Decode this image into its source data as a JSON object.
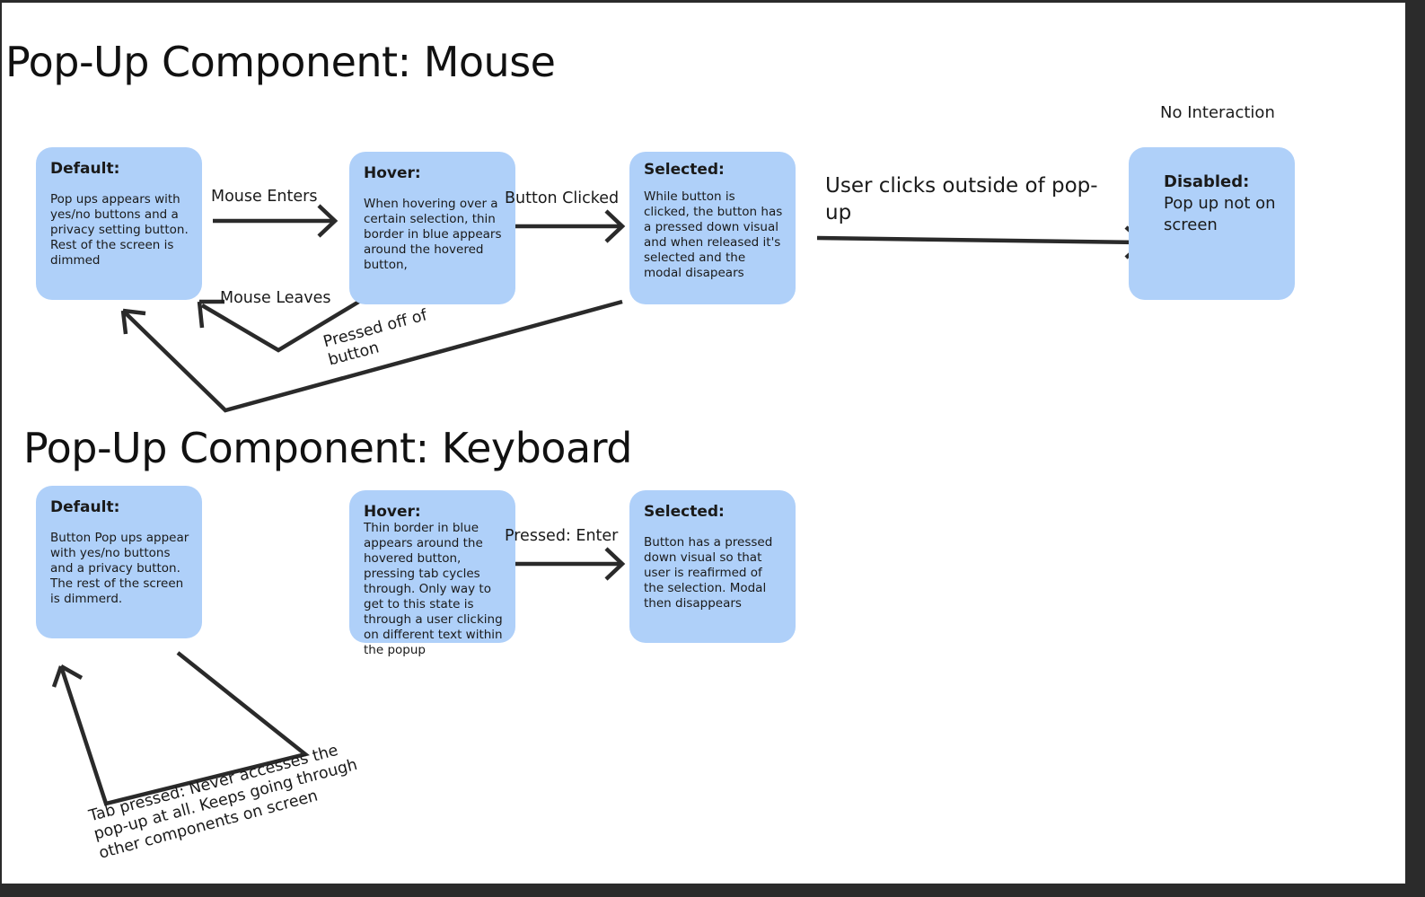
{
  "mouse_section": {
    "title": "Pop-Up Component: Mouse",
    "default": {
      "head": "Default:",
      "body": "Pop ups appears with yes/no buttons and a privacy setting button. Rest of the screen is dimmed"
    },
    "hover": {
      "head": "Hover:",
      "body": "When hovering over a certain selection, thin border in blue appears around the hovered button,"
    },
    "selected": {
      "head": "Selected:",
      "body": "While button is clicked, the button has a pressed down visual and when released it's selected and the modal disapears"
    },
    "disabled": {
      "head": "Disabled:",
      "body": "Pop up not on screen"
    },
    "labels": {
      "mouse_enters": "Mouse Enters",
      "button_clicked": "Button Clicked",
      "mouse_leaves": "Mouse Leaves",
      "pressed_off": "Pressed off of button",
      "user_clicks_outside": "User clicks outside of pop-up",
      "no_interaction": "No Interaction"
    }
  },
  "keyboard_section": {
    "title": "Pop-Up Component: Keyboard",
    "default": {
      "head": "Default:",
      "body": "Button Pop ups appear with yes/no buttons and a privacy button. The rest of the screen is dimmerd."
    },
    "hover": {
      "head": "Hover:",
      "body": "Thin border in blue appears around the hovered button, pressing tab cycles through. Only way to get to this state is through a user clicking on different text within the popup"
    },
    "selected": {
      "head": "Selected:",
      "body": "Button has a pressed down visual so that user is reafirmed of the selection. Modal then disappears"
    },
    "labels": {
      "pressed_enter": "Pressed: Enter",
      "tab_pressed": "Tab pressed: Never accesses the pop-up at all. Keeps going through other components on screen"
    }
  },
  "colors": {
    "card_fill": "#afd0f9",
    "frame": "#2b2b2b",
    "board": "#ffffff",
    "arrow": "#2a2a2a"
  }
}
